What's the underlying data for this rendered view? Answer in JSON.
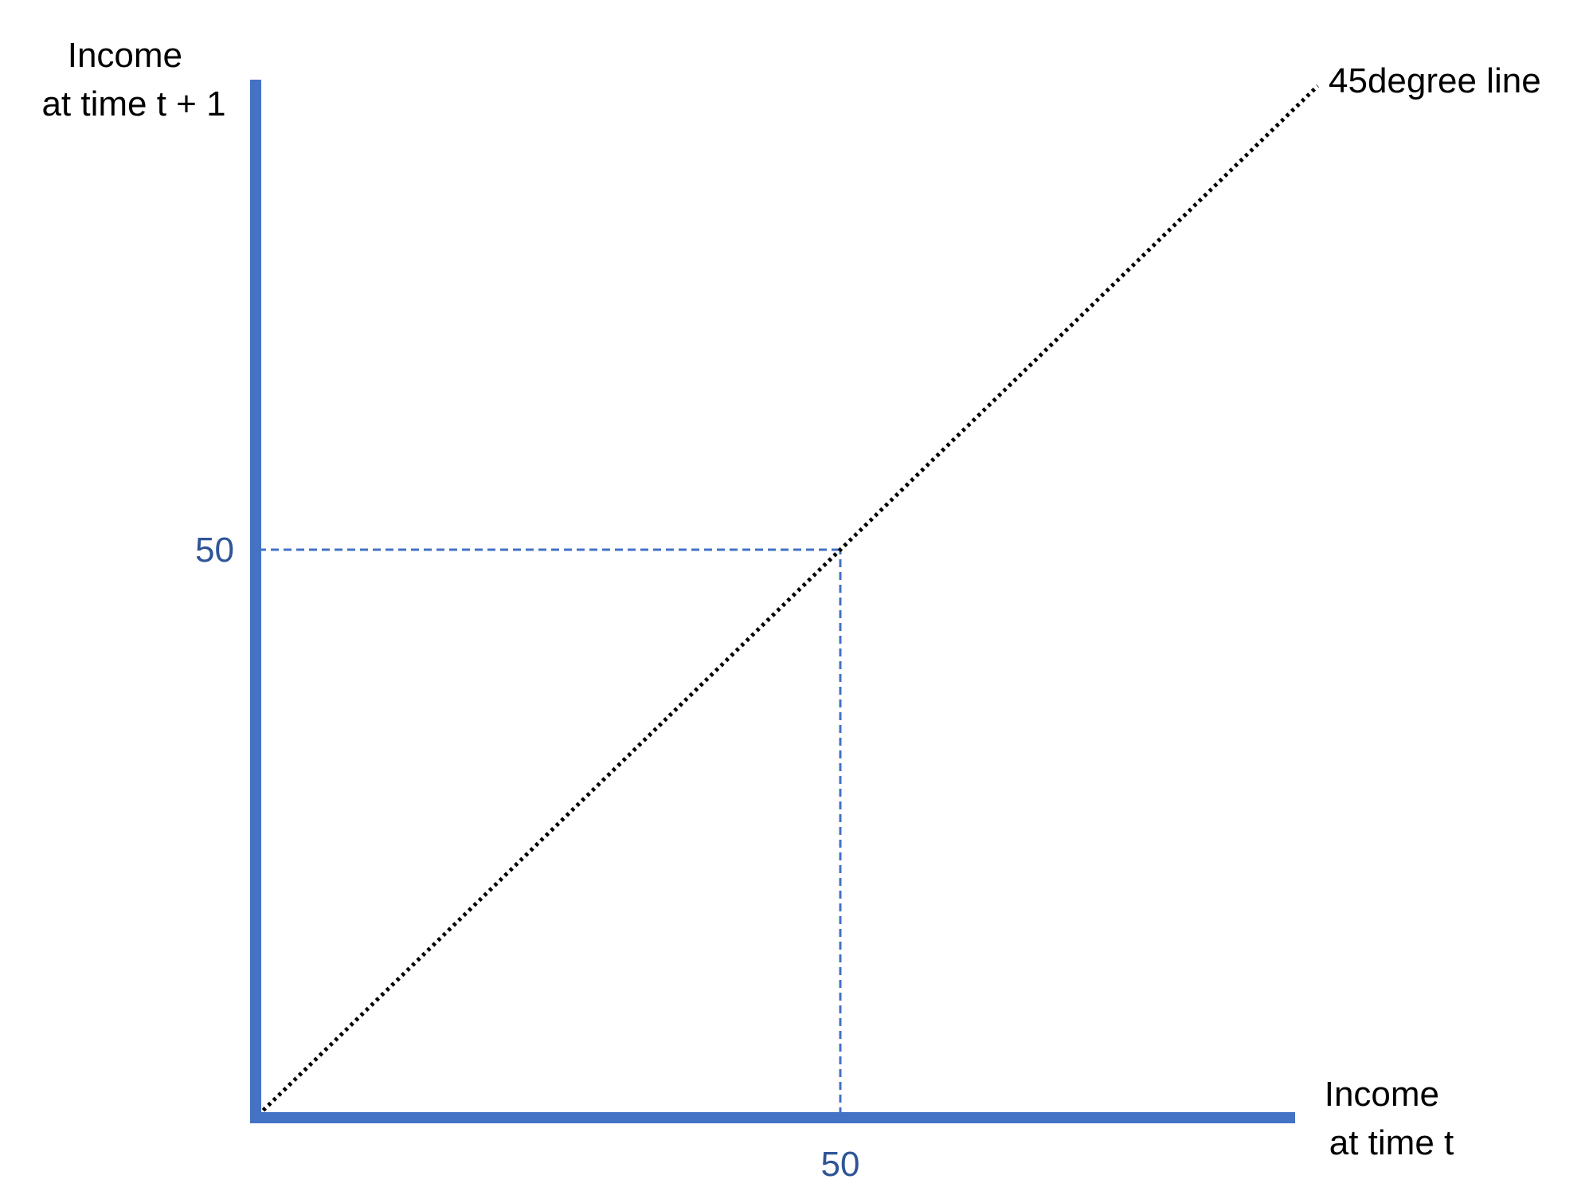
{
  "chart_data": {
    "type": "line",
    "ylabel_lines": [
      "Income",
      "at time t + 1"
    ],
    "xlabel_lines": [
      "Income",
      "at time t"
    ],
    "xlim": [
      0,
      90
    ],
    "ylim": [
      0,
      90
    ],
    "ticks": {
      "x": [
        {
          "value": 50,
          "label": "50"
        }
      ],
      "y": [
        {
          "value": 50,
          "label": "50"
        }
      ]
    },
    "series": [
      {
        "name": "45degree line",
        "style": "dotted",
        "color": "#000000",
        "x": [
          0,
          91
        ],
        "y": [
          0,
          91
        ]
      }
    ],
    "reference_lines": [
      {
        "kind": "vertical",
        "at": 50,
        "from": 0,
        "to": 50,
        "style": "dashed",
        "color": "#4472C4"
      },
      {
        "kind": "horizontal",
        "at": 50,
        "from": 0,
        "to": 50,
        "style": "dashed",
        "color": "#4472C4"
      }
    ],
    "grid": false,
    "colors": {
      "axis": "#4472C4",
      "tick_label": "#2F5597",
      "reference": "#4472C4",
      "series": "#000000"
    }
  }
}
